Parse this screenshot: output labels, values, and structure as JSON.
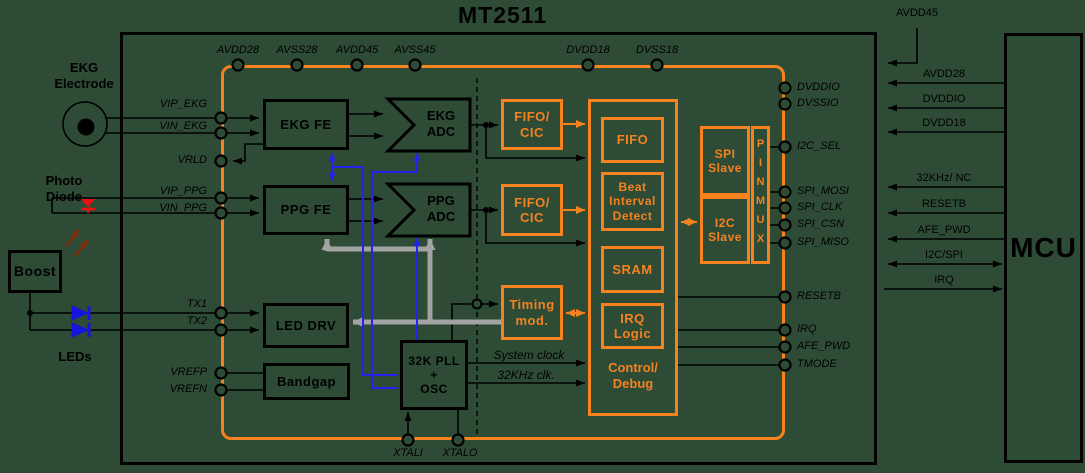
{
  "title": "MT2511",
  "mcu": {
    "label": "MCU"
  },
  "colors": {
    "background": "#2E4B36",
    "orange": "#F5821F",
    "blue": "#2323F0",
    "grey": "#A3A3A3",
    "diode_red": "#E81010",
    "led_blue": "#1515DD"
  },
  "external": {
    "ekg_electrode": "EKG\nElectrode",
    "photo_diode": "Photo\nDiode",
    "boost": "Boost",
    "leds": "LEDs"
  },
  "pins": {
    "top": [
      "AVDD28",
      "AVSS28",
      "AVDD45",
      "AVSS45",
      "DVDD18",
      "DVSS18"
    ],
    "left": [
      "VIP_EKG",
      "VIN_EKG",
      "VRLD",
      "VIP_PPG",
      "VIN_PPG",
      "TX1",
      "TX2",
      "VREFP",
      "VREFN"
    ],
    "right": [
      "DVDDIO",
      "DVSSIO",
      "I2C_SEL",
      "SPI_MOSI",
      "SPI_CLK",
      "SPI_CSN",
      "SPI_MISO",
      "RESETB",
      "IRQ",
      "AFE_PWD",
      "TMODE"
    ],
    "bottom": [
      "XTALI",
      "XTALO"
    ]
  },
  "blocks": {
    "ekg_fe": "EKG FE",
    "ekg_adc": "EKG\nADC",
    "ppg_fe": "PPG FE",
    "ppg_adc": "PPG\nADC",
    "led_drv": "LED DRV",
    "bandgap": "Bandgap",
    "pll_osc": "32K PLL\n+\nOSC",
    "fifo_cic_ekg": "FIFO/\nCIC",
    "fifo_cic_ppg": "FIFO/\nCIC",
    "timing_mod": "Timing\nmod.",
    "fifo": "FIFO",
    "beat_interval_detect": "Beat\nInterval\nDetect",
    "sram": "SRAM",
    "irq_logic": "IRQ\nLogic",
    "control_debug": "Control/\nDebug",
    "spi_slave": "SPI\nSlave",
    "i2c_slave": "I2C\nSlave",
    "pinmux": "PINMUX"
  },
  "clock_labels": {
    "system_clock": "System clock",
    "clk_32k": "32KHz clk."
  },
  "mcu_signals": [
    "AVDD45",
    "AVDD28",
    "DVDDIO",
    "DVDD18",
    "32KHz/ NC",
    "RESETB",
    "AFE_PWD",
    "I2C/SPI",
    "IRQ"
  ]
}
